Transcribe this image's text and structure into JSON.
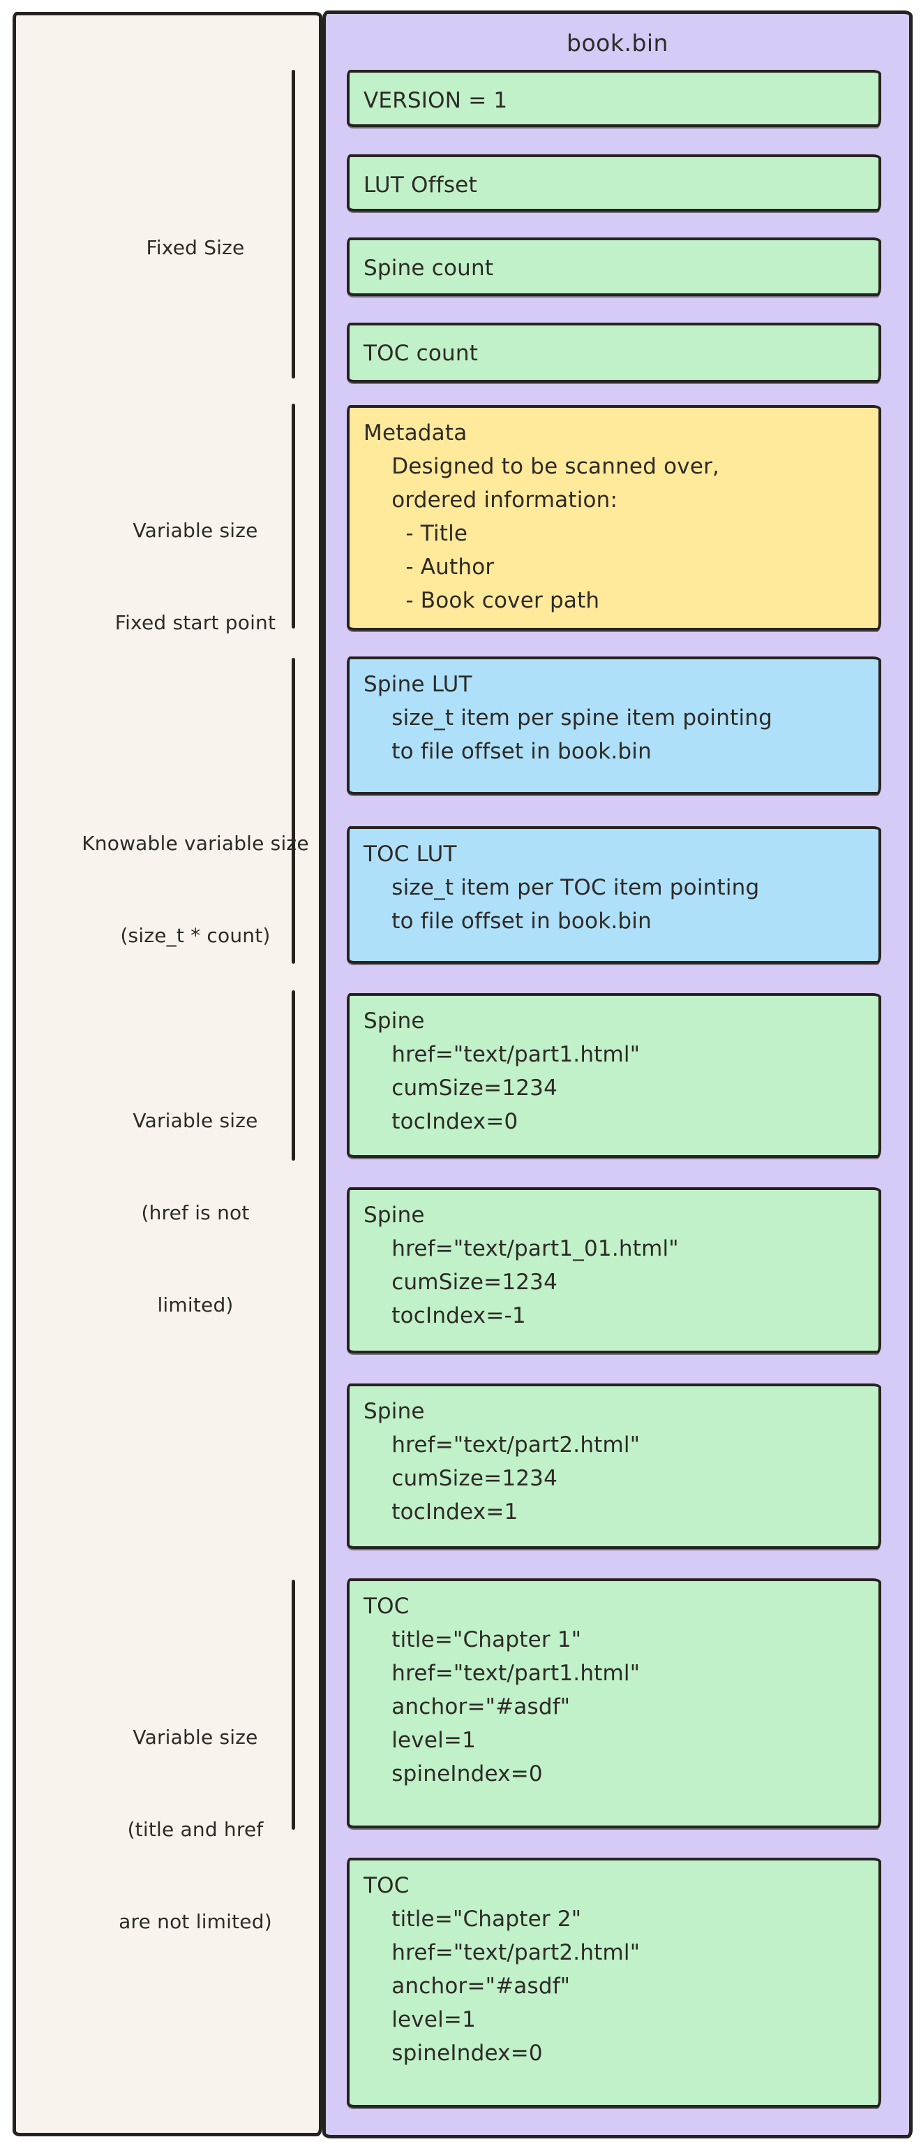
{
  "bin_panel": {
    "title": "book.bin",
    "boxes": [
      {
        "name": "version",
        "color": "green",
        "lines": [
          "VERSION = 1"
        ]
      },
      {
        "name": "lut-offset",
        "color": "green",
        "lines": [
          "LUT Offset"
        ]
      },
      {
        "name": "spine-count",
        "color": "green",
        "lines": [
          "Spine count"
        ]
      },
      {
        "name": "toc-count",
        "color": "green",
        "lines": [
          "TOC count"
        ]
      },
      {
        "name": "metadata",
        "color": "yellow",
        "lines": [
          "Metadata",
          "    Designed to be scanned over,",
          "    ordered information:",
          "      - Title",
          "      - Author",
          "      - Book cover path"
        ]
      },
      {
        "name": "spine-lut",
        "color": "blue",
        "lines": [
          "Spine LUT",
          "    size_t item per spine item pointing",
          "    to file offset in book.bin"
        ]
      },
      {
        "name": "toc-lut",
        "color": "blue",
        "lines": [
          "TOC LUT",
          "    size_t item per TOC item pointing",
          "    to file offset in book.bin"
        ]
      },
      {
        "name": "spine-1",
        "color": "green",
        "lines": [
          "Spine",
          "    href=\"text/part1.html\"",
          "    cumSize=1234",
          "    tocIndex=0"
        ]
      },
      {
        "name": "spine-2",
        "color": "green",
        "lines": [
          "Spine",
          "    href=\"text/part1_01.html\"",
          "    cumSize=1234",
          "    tocIndex=-1"
        ]
      },
      {
        "name": "spine-3",
        "color": "green",
        "lines": [
          "Spine",
          "    href=\"text/part2.html\"",
          "    cumSize=1234",
          "    tocIndex=1"
        ]
      },
      {
        "name": "toc-1",
        "color": "green",
        "lines": [
          "TOC",
          "    title=\"Chapter 1\"",
          "    href=\"text/part1.html\"",
          "    anchor=\"#asdf\"",
          "    level=1",
          "    spineIndex=0"
        ]
      },
      {
        "name": "toc-2",
        "color": "green",
        "lines": [
          "TOC",
          "    title=\"Chapter 2\"",
          "    href=\"text/part2.html\"",
          "    anchor=\"#asdf\"",
          "    level=1",
          "    spineIndex=0"
        ]
      }
    ]
  },
  "left_panel": {
    "sections": [
      {
        "name": "fixed-size",
        "label_lines": [
          "Fixed Size"
        ]
      },
      {
        "name": "variable-fixed-start",
        "label_lines": [
          "Variable size",
          "Fixed start point"
        ]
      },
      {
        "name": "knowable-variable-size",
        "label_lines": [
          "Knowable variable size",
          "(size_t * count)"
        ]
      },
      {
        "name": "variable-size-href",
        "label_lines": [
          "Variable size",
          "(href is not",
          "limited)"
        ]
      },
      {
        "name": "variable-size-title",
        "label_lines": [
          "Variable size",
          "(title and href",
          "are not limited)"
        ]
      }
    ]
  },
  "colors": {
    "background": "#ffffff",
    "panel_beige": "#f8f3ed",
    "panel_purple": "#d6caf6",
    "box_green": "#c0f1c9",
    "box_yellow": "#ffe99b",
    "box_blue": "#aee0fa",
    "stroke": "#26231f"
  }
}
